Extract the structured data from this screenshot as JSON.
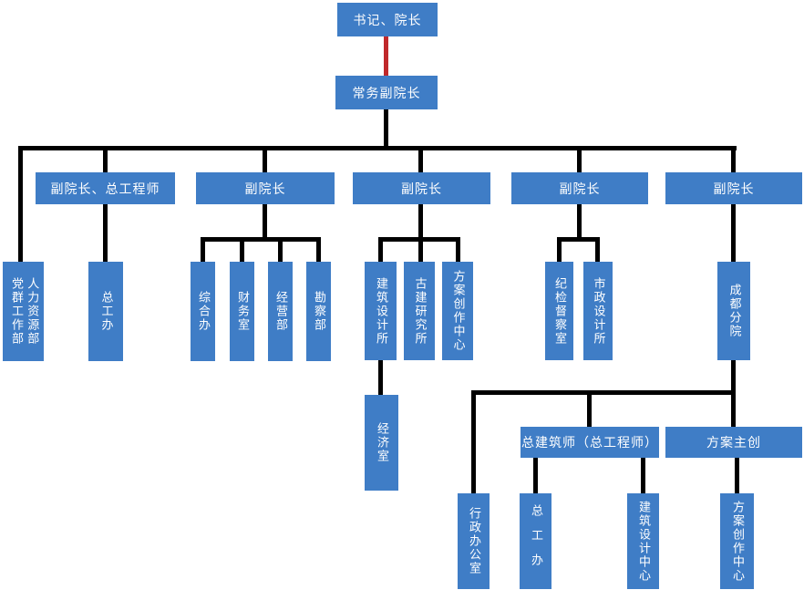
{
  "colors": {
    "box_blue": "#3F7DC6",
    "line_black": "#000000",
    "line_red": "#C0282B",
    "text_white": "#FFFFFF",
    "page_bg": "#FFFFFF"
  },
  "nodes": {
    "root": "书记、院长",
    "exec_vice": "常务副院长",
    "vice_chief_eng": "副院长、总工程师",
    "vice1": "副院长",
    "vice2": "副院长",
    "vice3": "副院长",
    "vice4": "副院长",
    "party_mass": "党群工作部",
    "hr": "人力资源部",
    "chief_eng_office": "总工办",
    "general_office": "综合办",
    "finance": "财务室",
    "operations": "经营部",
    "survey": "勘察部",
    "arch_design": "建筑设计所",
    "ancient_arch": "古建研究所",
    "scheme_center": "方案创作中心",
    "economics": "经济室",
    "discipline": "纪检督察室",
    "municipal": "市政设计所",
    "chengdu_branch": "成都分院",
    "chief_architect": "总建筑师（总工程师）",
    "scheme_lead": "方案主创",
    "admin_office": "行政办公室",
    "chief_eng_office2": "总工办",
    "arch_design_center": "建筑设计中心",
    "scheme_center2": "方案创作中心"
  }
}
